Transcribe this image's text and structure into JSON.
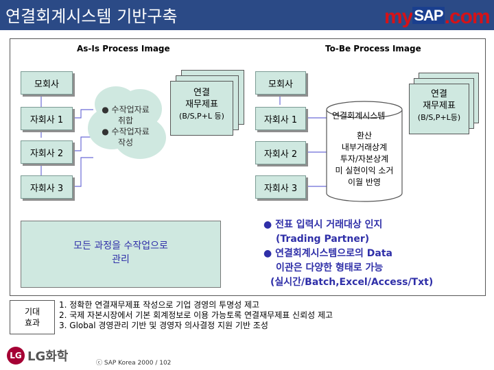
{
  "header": {
    "title": "연결회계시스템 기반구축"
  },
  "brand": {
    "logo_parts": [
      "my",
      "SAP",
      ".com"
    ]
  },
  "asis": {
    "heading": "As-Is Process Image",
    "parent": "모회사",
    "subs": [
      "자회사 1",
      "자회사 2",
      "자회사 3"
    ],
    "cloud_lines": [
      "● 수작업자료",
      "취합",
      "● 수작업자료",
      "작성"
    ],
    "report_lines": [
      "연결",
      "재무제표",
      "(B/S,P+L 등)"
    ],
    "note_lines": [
      "모든 과정을 수작업으로",
      "관리"
    ]
  },
  "tobe": {
    "heading": "To-Be Process Image",
    "parent": "모회사",
    "subs": [
      "자회사 1",
      "자회사 2",
      "자회사 3"
    ],
    "system_label": "연결회계시스템",
    "process_lines": [
      "환산",
      "내부거래상계",
      "투자/자본상계",
      "미 실현이익 소거",
      "이월 반영"
    ],
    "report_lines": [
      "연결",
      "재무제표",
      "(B/S,P+L등)"
    ],
    "notes": [
      "● 전표 입력시 거래대상 인지",
      "(Trading Partner)",
      "● 연결회계시스템으로의 Data",
      "이관은 다양한 형태로 가능",
      "(실시간/Batch,Excel/Access/Txt)"
    ]
  },
  "effects": {
    "label_lines": [
      "기대",
      "효과"
    ],
    "items": [
      "1. 정확한 연결재무제표 작성으로 기업 경영의 투명성 제고",
      "2. 국제 자본시장에서 기본 회계정보로 이용 가능토록 연결재무제표 신뢰성 제고",
      "3. Global 경영관리 기반 및 경영자 의사결정 지원 기반 조성"
    ]
  },
  "footer": {
    "company": "LG화학",
    "copyright": "ⓒ SAP Korea 2000 /   102"
  },
  "colors": {
    "title_bar": "#2b4a86",
    "box_fill": "#cfe8e0",
    "note_text": "#2f2fa8",
    "brand_red": "#d51218"
  }
}
